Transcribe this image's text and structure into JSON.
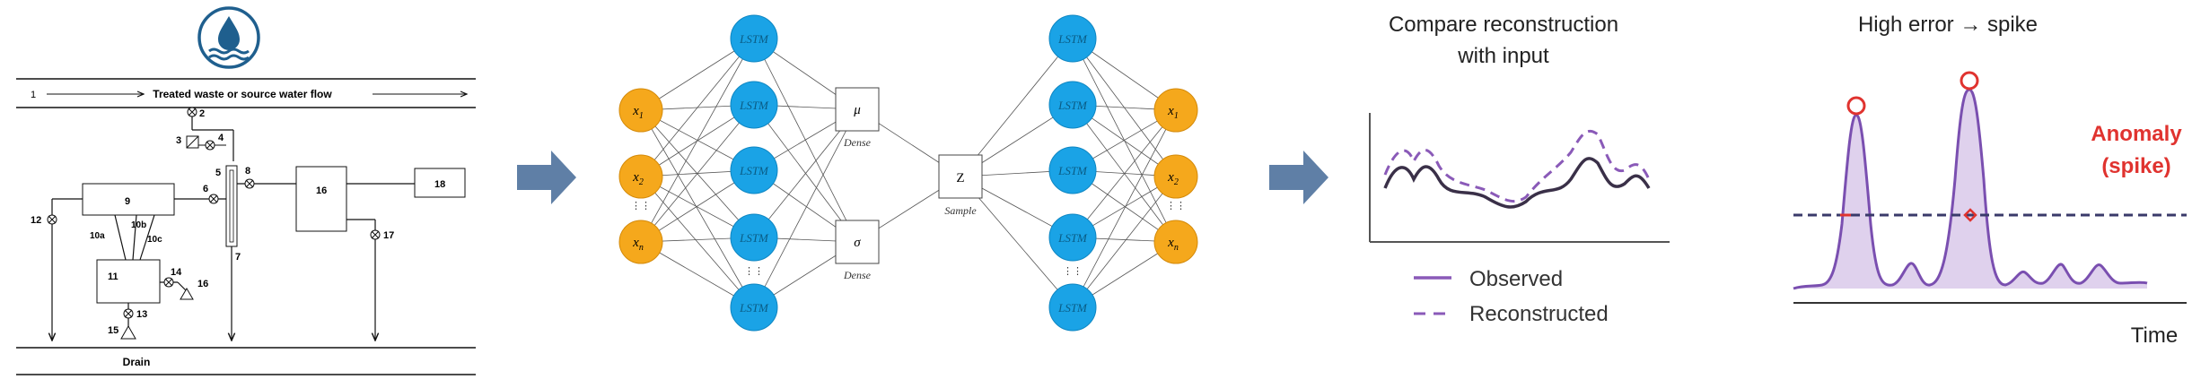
{
  "panel1": {
    "flow_label": "Treated waste or source water flow",
    "drain_label": "Drain",
    "nums": {
      "n1": "1",
      "n2": "2",
      "n3": "3",
      "n4": "4",
      "n5": "5",
      "n6": "6",
      "n7": "7",
      "n8": "8",
      "n9": "9",
      "n10a": "10a",
      "n10b": "10b",
      "n10c": "10c",
      "n11": "11",
      "n12": "12",
      "n13": "13",
      "n14": "14",
      "n15": "15",
      "n16a": "16",
      "n16b": "16",
      "n17": "17",
      "n18": "18"
    }
  },
  "panel2": {
    "lstm": "LSTM",
    "inputs": [
      "x",
      "x",
      "x"
    ],
    "input_subs": [
      "1",
      "2",
      "n"
    ],
    "outputs": [
      "x",
      "x",
      "x"
    ],
    "output_subs": [
      "1",
      "2",
      "n"
    ],
    "mu": "μ",
    "sigma": "σ",
    "dense": "Dense",
    "z": "Z",
    "sample": "Sample",
    "dots": "⋮⋮"
  },
  "panel3": {
    "title_line1": "Compare reconstruction",
    "title_line2": "with input",
    "legend_observed": "Observed",
    "legend_reconstructed": "Reconstructed"
  },
  "panel4": {
    "title": "High error → spike",
    "anomaly_line1": "Anomaly",
    "anomaly_line2": "(spike)",
    "xlabel": "Time"
  },
  "colors": {
    "lstm_blue": "#1aa3e6",
    "input_orange": "#f5a81c",
    "arrow": "#5f7fa6",
    "observed": "#3a3048",
    "reconstructed": "#8a5ab8",
    "spike_fill": "#b89ad6",
    "anomaly_red": "#e0332f",
    "drop_icon": "#1f5f8e"
  }
}
